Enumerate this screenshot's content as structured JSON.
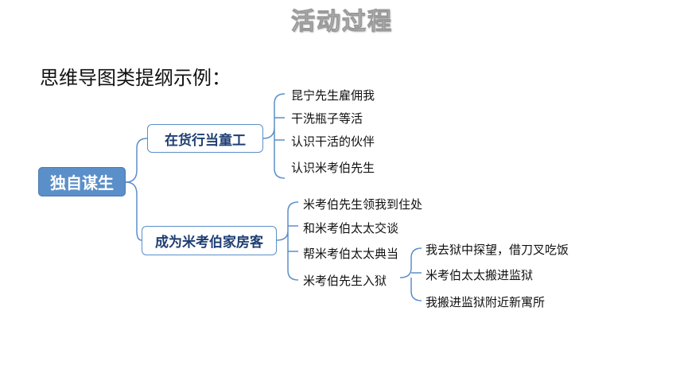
{
  "slide": {
    "title": "活动过程",
    "subtitle": "思维导图类提纲示例："
  },
  "mindmap": {
    "root": "独自谋生",
    "branches": [
      {
        "label": "在货行当童工",
        "children": [
          "昆宁先生雇佣我",
          "干洗瓶子等活",
          "认识干活的伙伴",
          "认识米考伯先生"
        ]
      },
      {
        "label": "成为米考伯家房客",
        "children": [
          "米考伯先生领我到住处",
          "和米考伯太太交谈",
          "帮米考伯太太典当",
          "米考伯先生入狱"
        ],
        "sub_children": [
          "我去狱中探望，借刀叉吃饭",
          "米考伯太太搬进监狱",
          "我搬进监狱附近新寓所"
        ]
      }
    ]
  },
  "colors": {
    "root_fill": "#5b8fc9",
    "branch_border": "#5b8fc9",
    "branch_text": "#1f3f73",
    "connector": "#5b8fc9"
  }
}
